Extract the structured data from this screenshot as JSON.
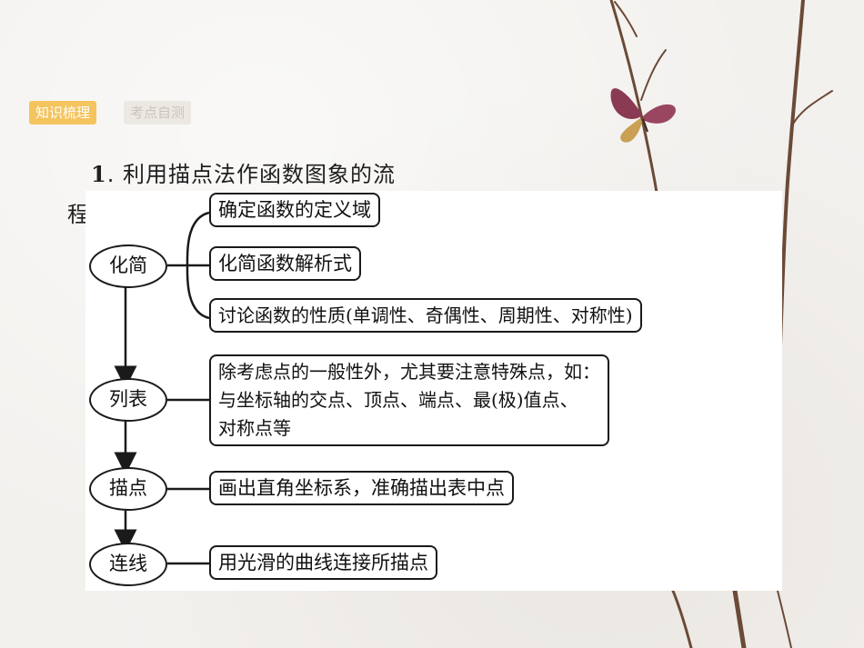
{
  "tabs": [
    {
      "label": "知识梳理",
      "active": true
    },
    {
      "label": "考点自测",
      "active": false
    }
  ],
  "heading": {
    "number": "1",
    "text": ". 利用描点法作函数图象的流",
    "continuation": "程"
  },
  "flowchart": {
    "steps": [
      {
        "label": "化简",
        "items": [
          {
            "lines": [
              "确定函数的定义域"
            ]
          },
          {
            "lines": [
              "化简函数解析式"
            ]
          },
          {
            "lines": [
              "讨论函数的性质(单调性、奇偶性、周期性、对称性)"
            ]
          }
        ]
      },
      {
        "label": "列表",
        "items": [
          {
            "lines": [
              "除考虑点的一般性外，尤其要注意特殊点，如：",
              "与坐标轴的交点、顶点、端点、最(极)值点、",
              "对称点等"
            ]
          }
        ]
      },
      {
        "label": "描点",
        "items": [
          {
            "lines": [
              "画出直角坐标系，准确描出表中点"
            ]
          }
        ]
      },
      {
        "label": "连线",
        "items": [
          {
            "lines": [
              "用光滑的曲线连接所描点"
            ]
          }
        ]
      }
    ]
  },
  "colors": {
    "active_tab": "#f4c45e",
    "inactive_tab": "#ece9e4",
    "branch": "#6b4a36",
    "butterfly": "#8a3a52"
  }
}
